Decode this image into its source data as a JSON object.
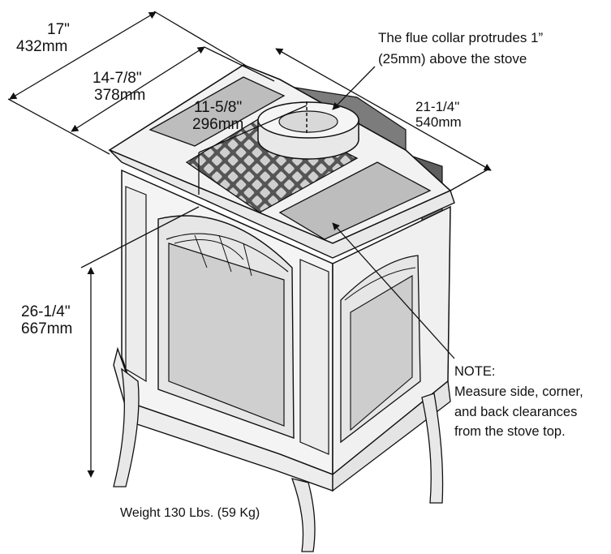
{
  "dimensions": {
    "width_outer": {
      "imperial": "17\"",
      "metric": "432mm"
    },
    "width_inner": {
      "imperial": "14-7/8\"",
      "metric": "378mm"
    },
    "depth_to_flue": {
      "imperial": "11-5/8\"",
      "metric": "296mm"
    },
    "depth": {
      "imperial": "21-1/4\"",
      "metric": "540mm"
    },
    "height": {
      "imperial": "26-1/4\"",
      "metric": "667mm"
    }
  },
  "flue_note": {
    "line1": "The flue collar protrudes 1”",
    "line2": "(25mm) above the stove"
  },
  "clearance_note": {
    "title": "NOTE:",
    "line1": "Measure side, corner,",
    "line2": "and back clearances",
    "line3": "from the stove top."
  },
  "weight": "Weight 130 Lbs. (59 Kg)",
  "colors": {
    "line": "#111111",
    "body_fill": "#f4f4f4",
    "panel_fill": "#bdbdbd",
    "rear_fill": "#7a7a7a",
    "grate_fill": "#444444"
  }
}
